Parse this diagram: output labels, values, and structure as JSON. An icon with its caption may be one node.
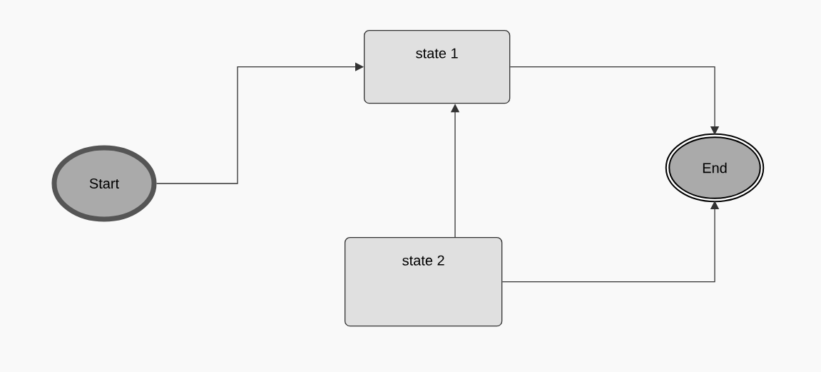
{
  "diagram": {
    "nodes": [
      {
        "text": [
          "Start"
        ]
      },
      {
        "text": [
          "state 1"
        ]
      },
      {
        "text": [
          "End"
        ]
      },
      {
        "text": [
          "state 2"
        ]
      }
    ],
    "edges": [
      {
        "from": 0,
        "to": 1,
        "arrow": "to"
      },
      {
        "from": 1,
        "to": 2,
        "arrow": "to"
      },
      {
        "from": 3,
        "to": 1,
        "arrow": "to"
      },
      {
        "from": 3,
        "to": 2,
        "arrow": "to"
      }
    ]
  }
}
